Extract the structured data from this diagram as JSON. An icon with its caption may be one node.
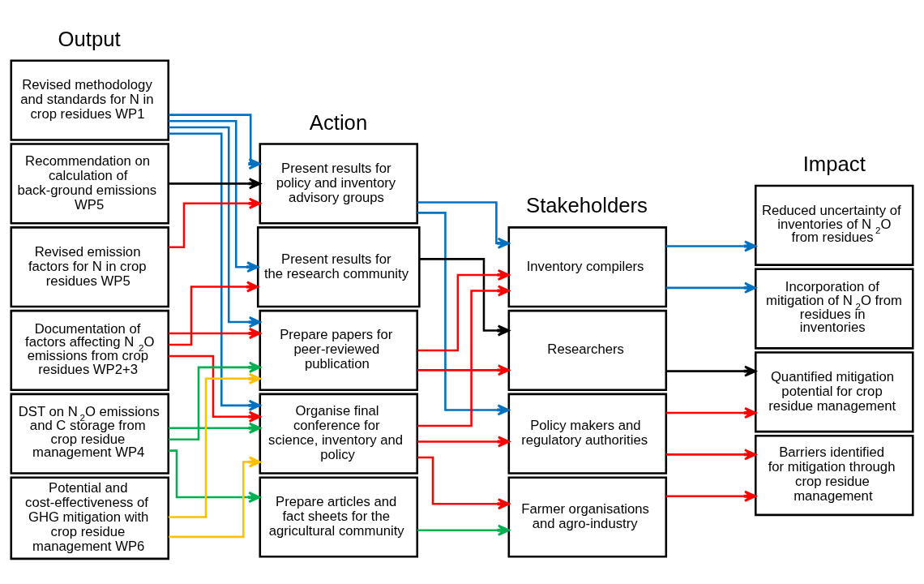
{
  "diagram": {
    "nodes": [
      {
        "text": [
          "Revised methodology and standards for N in crop residues WP1"
        ]
      },
      {
        "text": [
          "Recommendation on calculation of back-ground emissions WP5"
        ]
      },
      {
        "text": [
          "Revised emission factors for N in crop residues WP5"
        ]
      },
      {
        "text": [
          "Documentation of factors affecting N$_{2}$O emissions from crop residues WP2+3"
        ]
      },
      {
        "text": [
          "DST on N$_{2}$O emissions and C storage from crop residue management WP4"
        ]
      },
      {
        "text": [
          "Potential and cost-effectiveness of GHG mitigation with crop residue management WP6"
        ]
      },
      {
        "text": [
          "Present results for policy and inventory advisory groups"
        ]
      },
      {
        "text": [
          "Present results for the research community"
        ]
      },
      {
        "text": [
          "Prepare papers for peer-reviewed publication"
        ]
      },
      {
        "text": [
          "Organise final conference for science, inventory and policy"
        ]
      },
      {
        "text": [
          "Prepare articles and fact sheets for the agricultural community"
        ]
      },
      {
        "text": [
          "Inventory compilers"
        ]
      },
      {
        "text": [
          "Researchers"
        ]
      },
      {
        "text": [
          "Policy makers and regulatory authorities"
        ]
      },
      {
        "text": [
          "Farmer organisations and agro-industry"
        ]
      },
      {
        "text": [
          "Reduced uncertainty of inventories of N$_{2}$O from residues"
        ]
      },
      {
        "text": [
          "Incorporation of mitigation of N$_{2}$O from residues in inventories"
        ]
      },
      {
        "text": [
          "Quantified mitigation potential for crop residue management"
        ]
      },
      {
        "text": [
          "Barriers identified for mitigation through crop residue management"
        ]
      }
    ],
    "edges": [
      {
        "from": 0,
        "to": 6,
        "arrow": "to",
        "color": "#0070c0"
      },
      {
        "from": 0,
        "to": 7,
        "arrow": "to",
        "color": "#0070c0"
      },
      {
        "from": 0,
        "to": 8,
        "arrow": "to",
        "color": "#0070c0"
      },
      {
        "from": 0,
        "to": 9,
        "arrow": "to",
        "color": "#0070c0"
      },
      {
        "from": 1,
        "to": 6,
        "arrow": "to",
        "color": "#000000"
      },
      {
        "from": 2,
        "to": 6,
        "arrow": "to"
      },
      {
        "from": 3,
        "to": 7,
        "arrow": "to"
      },
      {
        "from": 3,
        "to": 8,
        "arrow": "to"
      },
      {
        "from": 3,
        "to": 9,
        "arrow": "to"
      },
      {
        "from": 4,
        "to": 8,
        "arrow": "to",
        "color": "#00b050"
      },
      {
        "from": 4,
        "to": 9,
        "arrow": "to",
        "color": "#00b050"
      },
      {
        "from": 4,
        "to": 10,
        "arrow": "to",
        "color": "#00b050"
      },
      {
        "from": 5,
        "to": 8,
        "arrow": "to",
        "color": "#ffc000"
      },
      {
        "from": 5,
        "to": 9,
        "arrow": "to",
        "color": "#ffc000"
      },
      {
        "from": 6,
        "to": 11,
        "arrow": "to",
        "color": "#0070c0"
      },
      {
        "from": 6,
        "to": 13,
        "arrow": "to",
        "color": "#0070c0"
      },
      {
        "from": 7,
        "to": 12,
        "arrow": "to",
        "color": "#000000"
      },
      {
        "from": 8,
        "to": 11,
        "arrow": "to"
      },
      {
        "from": 8,
        "to": 12,
        "arrow": "to"
      },
      {
        "from": 9,
        "to": 11,
        "arrow": "to"
      },
      {
        "from": 9,
        "to": 13,
        "arrow": "to"
      },
      {
        "from": 9,
        "to": 14,
        "arrow": "to"
      },
      {
        "from": 10,
        "to": 14,
        "arrow": "to",
        "color": "#00b050"
      },
      {
        "from": 11,
        "to": 15,
        "arrow": "to",
        "color": "#0070c0"
      },
      {
        "from": 11,
        "to": 16,
        "arrow": "to",
        "color": "#0070c0"
      },
      {
        "from": 12,
        "to": 17,
        "arrow": "to",
        "color": "#000000"
      },
      {
        "from": 13,
        "to": 17,
        "arrow": "to"
      },
      {
        "from": 13,
        "to": 18,
        "arrow": "to"
      },
      {
        "from": 14,
        "to": 18,
        "arrow": "to"
      }
    ],
    "labels": [
      "Output",
      "Action",
      "Stakeholders",
      "Impact"
    ]
  }
}
